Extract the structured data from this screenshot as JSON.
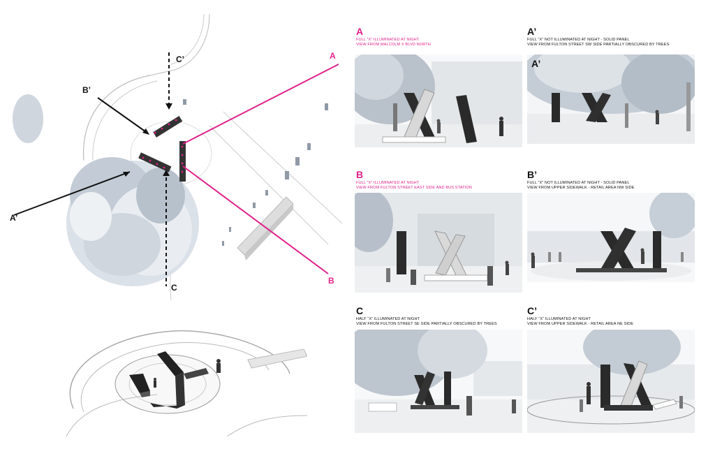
{
  "plan": {
    "labels": {
      "a_prime": "A’",
      "b_prime": "B’",
      "c": "C",
      "c_prime": "C’",
      "a": "A",
      "b": "B"
    }
  },
  "views": [
    {
      "id": "A",
      "letter": "A",
      "line1": "FULL “X” ILLUMINATED AT NIGHT",
      "line2": "VIEW FROM MALCOLM X BLVD NORTH",
      "accent": "#e0218a"
    },
    {
      "id": "A_prime",
      "letter": "A’",
      "line1": "FULL “X” NOT ILLUMINATED AT NIGHT - SOLID PANEL",
      "line2": "VIEW FROM FULTON STREET SW SIDE PARTIALLY OBSCURED BY TREES",
      "inset_label": "A’",
      "accent": "#111111"
    },
    {
      "id": "B",
      "letter": "B",
      "line1": "FULL “X” ILLUMINATED AT NIGHT",
      "line2": "VIEW FROM FULTON STREET EAST SIDE AND BUS STATION",
      "accent": "#e0218a"
    },
    {
      "id": "B_prime",
      "letter": "B’",
      "line1": "FULL “X” NOT ILLUMINATED AT NIGHT - SOLID PANEL",
      "line2": "VIEW FROM UPPER SIDEWALK - RETAIL AREA NW SIDE",
      "accent": "#111111"
    },
    {
      "id": "C",
      "letter": "C",
      "line1": "HALF “X” ILLUMINATED AT NIGHT",
      "line2": "VIEW FROM FULTON STREET SE SIDE PARTIALLY OBSCURED BY TREES",
      "accent": "#111111"
    },
    {
      "id": "C_prime",
      "letter": "C’",
      "line1": "HALF “X” ILLUMINATED AT NIGHT",
      "line2": "VIEW FROM UPPER SIDEWALK - RETAIL AREA NE SIDE",
      "accent": "#111111"
    }
  ],
  "colors": {
    "accent": "#e0218a",
    "sculpture": "#222222",
    "tree": "#c9d0d8"
  }
}
